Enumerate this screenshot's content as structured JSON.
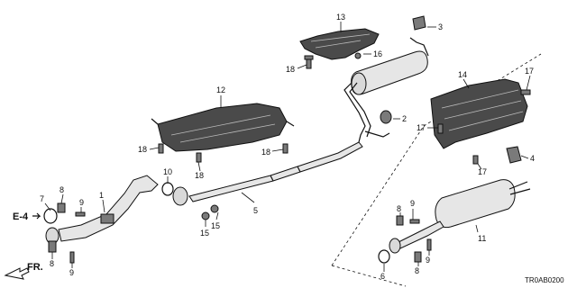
{
  "diagram_code": "TR0AB0200",
  "section_ref": "E-4",
  "direction_label": "FR.",
  "callouts": {
    "c13": "13",
    "c3": "3",
    "c16": "16",
    "c18_top": "18",
    "c2": "2",
    "c12": "12",
    "c14": "14",
    "c17_top": "17",
    "c17_mid": "17",
    "c17_low": "17",
    "c4": "4",
    "c18_l1": "18",
    "c18_l2": "18",
    "c18_l3": "18",
    "c10": "10",
    "c5": "5",
    "c15_a": "15",
    "c15_b": "15",
    "c7": "7",
    "c8_a": "8",
    "c9_a": "9",
    "c1": "1",
    "c8_b": "8",
    "c9_b": "9",
    "c9_c": "9",
    "c8_c": "8",
    "c11": "11",
    "c6": "6",
    "c8_d": "8",
    "c9_d": "9"
  }
}
